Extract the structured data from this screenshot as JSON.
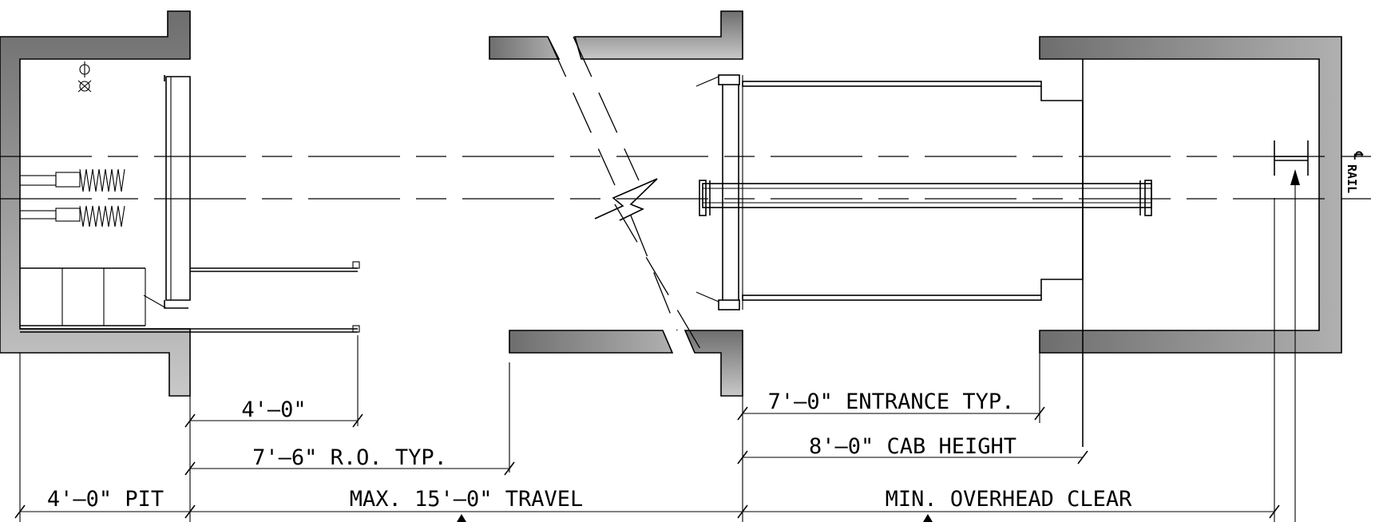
{
  "title": "",
  "dimensions": {
    "platform_width": "4'–0\"",
    "rough_opening": "7'–6\" R.O. TYP.",
    "pit": "4'–0\" PIT",
    "travel": "MAX. 15'–0\" TRAVEL",
    "entrance": "7'–0\" ENTRANCE TYP.",
    "cab_height": "8'–0\" CAB HEIGHT",
    "overhead": "MIN. OVERHEAD CLEAR"
  },
  "labels": {
    "rail_symbol": "℄",
    "rail_text": "RAIL"
  },
  "colors": {
    "wall_dark": "#6e6e6e",
    "wall_light": "#c8c8c8",
    "line": "#000000",
    "background": "#ffffff"
  }
}
